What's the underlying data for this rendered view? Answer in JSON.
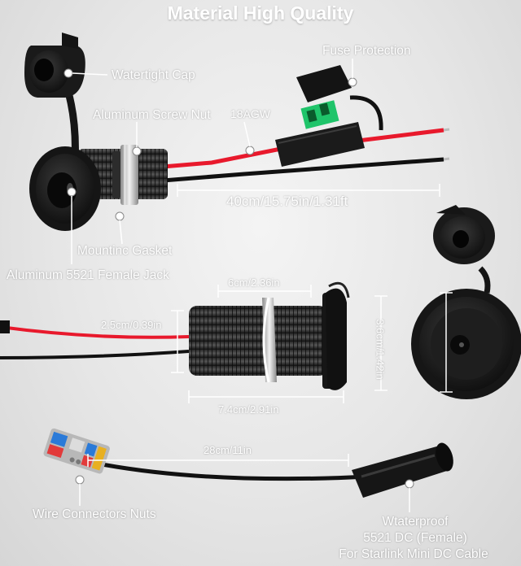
{
  "title": "Material High Quality",
  "labels": {
    "watertight_cap": "Watertight Cap",
    "fuse_protection": "Fuse Protection",
    "aluminum_screw_nut": "Aluminum Screw Nut",
    "wire_gauge": "18AGW",
    "cable_length": "40cm/15.75in/1.31ft",
    "mounting_gasket": "Mountinc Gasket",
    "female_jack": "Aluminum 5521 Female Jack",
    "wire_connectors": "Wire Connectors Nuts",
    "output_line1": "Wtaterproof",
    "output_line2": "5521 DC (Female)",
    "output_line3": "For Starlink Mini DC Cable"
  },
  "dimensions": {
    "thread_length": "6cm/2.36in",
    "body_diameter": "2.5cm/0.39in",
    "flange_diameter": "3.6cm/1.42in",
    "total_length": "7.4cm/2.91in",
    "pigtail_length": "28cm/11in"
  },
  "colors": {
    "background": "#e6e6e6",
    "label_text": "#ffffff",
    "wire_red": "#e8192c",
    "wire_black": "#111111",
    "fuse_green": "#1fc46a",
    "metal_black": "#1c1c1c"
  }
}
